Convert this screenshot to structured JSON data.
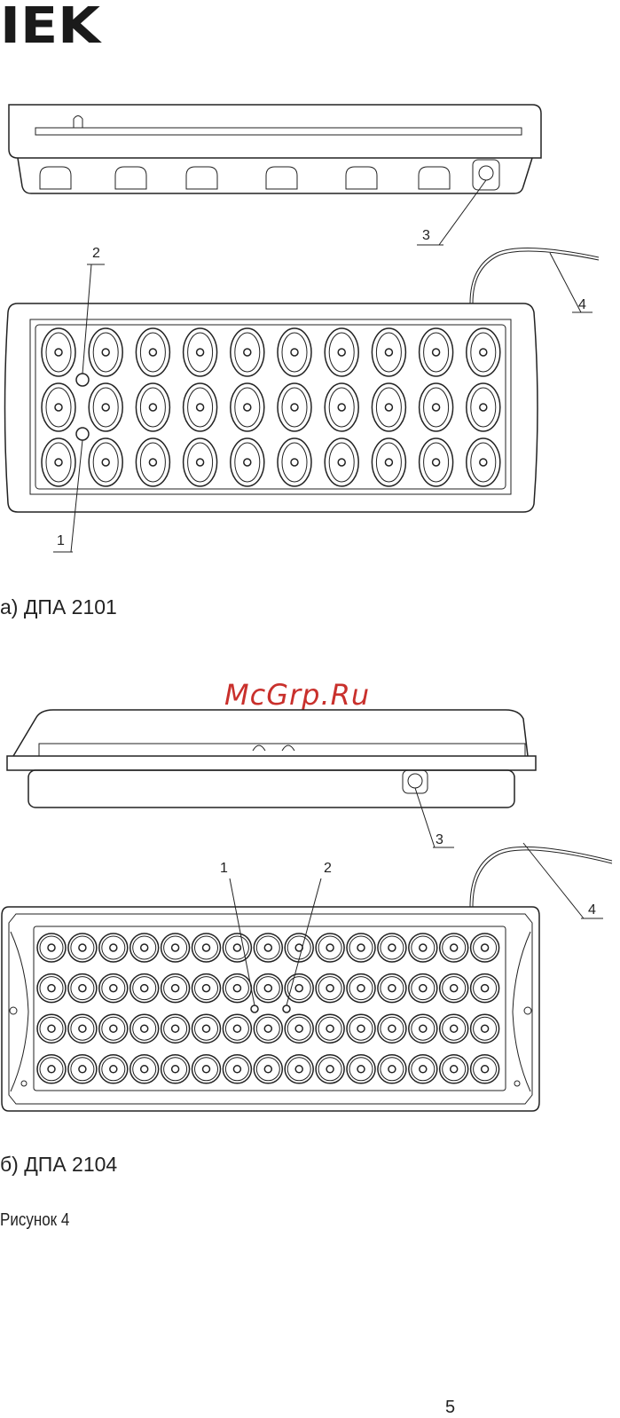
{
  "logo": {
    "text": "IEK"
  },
  "figure_a": {
    "caption": "а) ДПА 2101",
    "callouts": {
      "c1": "1",
      "c2": "2",
      "c3": "3",
      "c4": "4"
    }
  },
  "figure_b": {
    "caption": "б) ДПА 2104",
    "callouts": {
      "c1": "1",
      "c2": "2",
      "c3": "3",
      "c4": "4"
    }
  },
  "figure_label": "Рисунок 4",
  "watermark": "McGrp.Ru",
  "page_number": "5"
}
